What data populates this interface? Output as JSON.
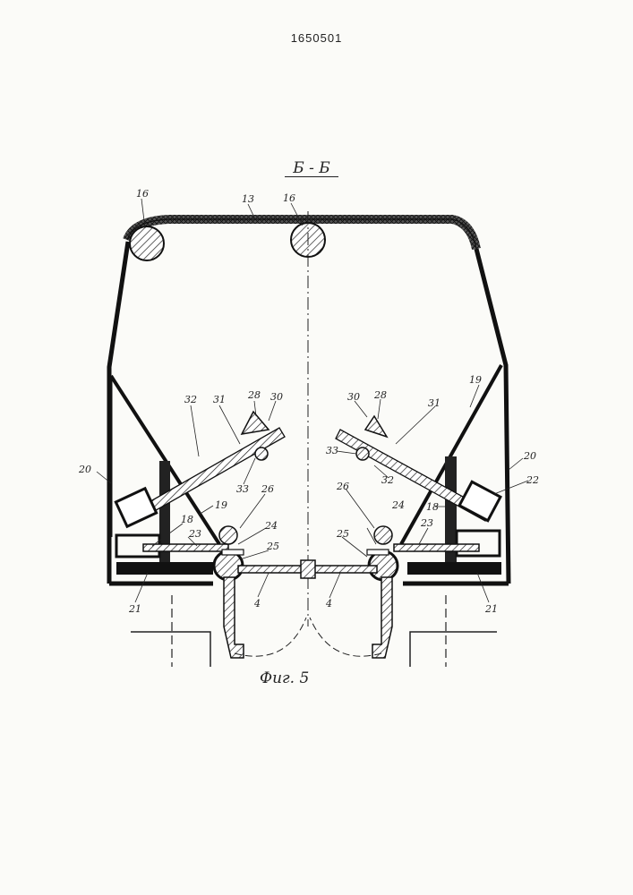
{
  "document": {
    "patent_number": "1650501",
    "section_label": "Б - Б",
    "figure_caption": "Фиг. 5"
  },
  "labels": {
    "l16a": "16",
    "l13": "13",
    "l16b": "16",
    "l19a": "19",
    "l20a": "20",
    "l19b": "19",
    "l20b": "20",
    "l32a": "32",
    "l31a": "31",
    "l28a": "28",
    "l30a": "30",
    "l30b": "30",
    "l28b": "28",
    "l31b": "31",
    "l32b": "32",
    "l33a": "33",
    "l33b": "33",
    "l26a": "26",
    "l26b": "26",
    "l24a": "24",
    "l24b": "24",
    "l25a": "25",
    "l25b": "25",
    "l23a": "23",
    "l23b": "23",
    "l18a": "18",
    "l18b": "18",
    "l22": "22",
    "l21a": "21",
    "l21b": "21",
    "l4a": "4",
    "l4b": "4"
  }
}
